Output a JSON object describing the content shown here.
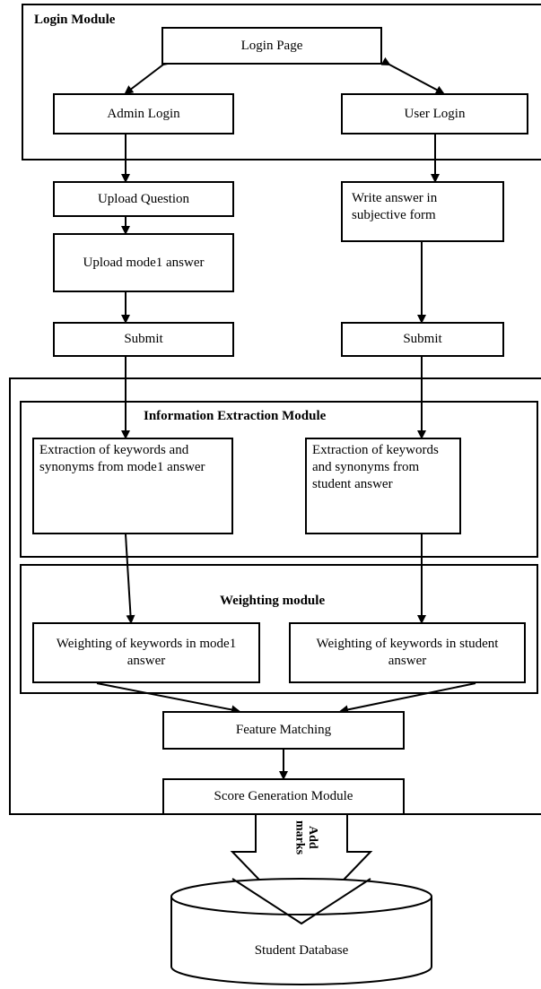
{
  "login_module": {
    "title": "Login Module",
    "login_page": "Login Page",
    "admin_login": "Admin Login",
    "user_login": "User Login"
  },
  "admin_flow": {
    "upload_question": "Upload Question",
    "upload_model_answer": "Upload mode1 answer",
    "submit": "Submit"
  },
  "user_flow": {
    "write_answer": "Write answer in subjective form",
    "submit": "Submit"
  },
  "information_extraction": {
    "title": "Information Extraction Module",
    "model_extraction": "Extraction of keywords and synonyms from mode1 answer",
    "student_extraction": "Extraction of keywords and synonyms from student answer"
  },
  "weighting": {
    "title": "Weighting module",
    "model_weighting": "Weighting of keywords in mode1 answer",
    "student_weighting": "Weighting of keywords in student answer"
  },
  "feature_matching": "Feature Matching",
  "score_generation": "Score Generation Module",
  "add_marks": "Add marks",
  "student_database": "Student Database"
}
